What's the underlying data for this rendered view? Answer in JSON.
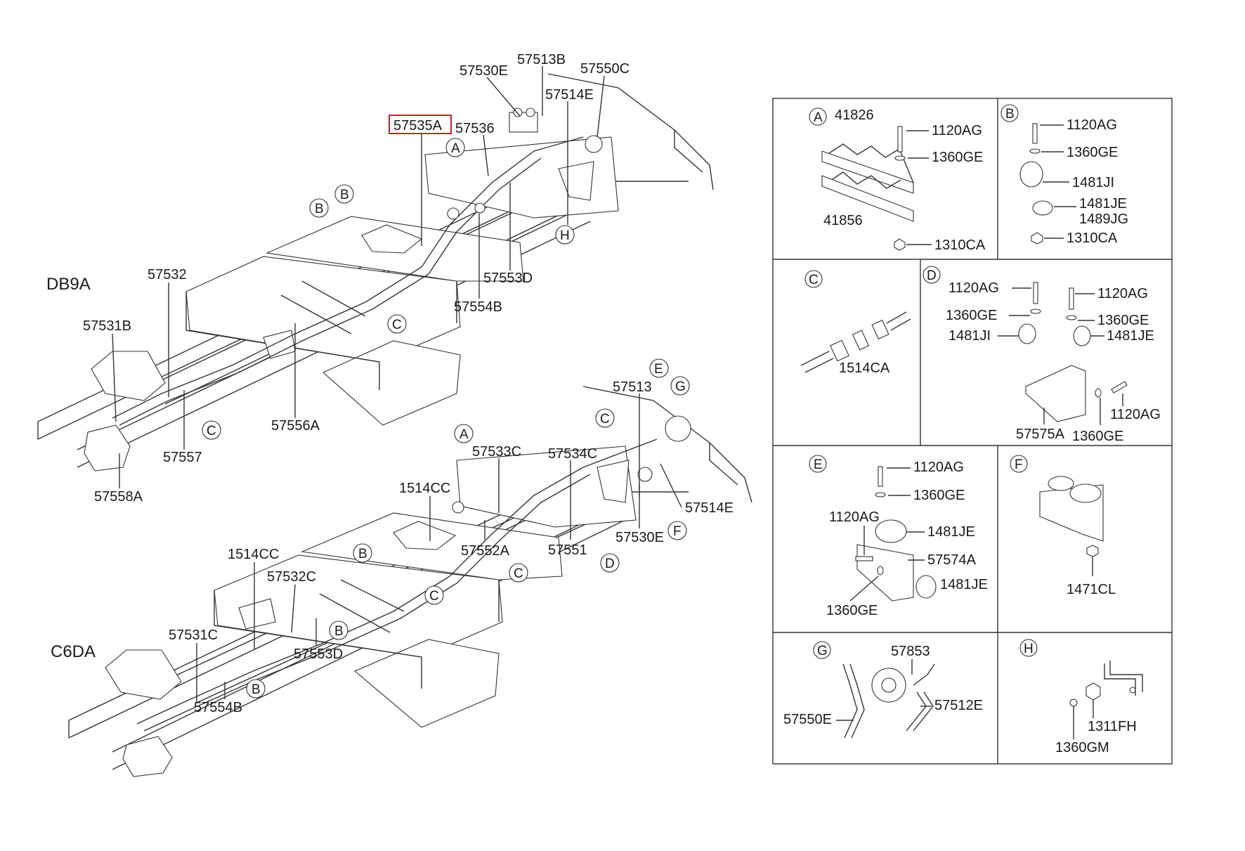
{
  "diagram": {
    "models": {
      "upper": "DB9A",
      "lower": "C6DA"
    },
    "highlight_color": "#d21e1e",
    "highlighted_part": "57535A",
    "upper_labels": {
      "p57535A": "57535A",
      "p57530E": "57530E",
      "p57513B": "57513B",
      "p57550C": "57550C",
      "p57514E": "57514E",
      "p57536": "57536",
      "p57553D": "57553D",
      "p57554B": "57554B",
      "p57532": "57532",
      "p57531B": "57531B",
      "p57556A": "57556A",
      "p57557": "57557",
      "p57558A": "57558A"
    },
    "lower_labels": {
      "p57513": "57513",
      "p57533C": "57533C",
      "p57534C": "57534C",
      "p1514CC_a": "1514CC",
      "p57552A": "57552A",
      "p57551": "57551",
      "p57530E": "57530E",
      "p57514E": "57514E",
      "p1514CC_b": "1514CC",
      "p57532C": "57532C",
      "p57531C": "57531C",
      "p57553D": "57553D",
      "p57554B": "57554B"
    },
    "callouts": {
      "A": "A",
      "B": "B",
      "C": "C",
      "D": "D",
      "E": "E",
      "F": "F",
      "G": "G",
      "H": "H"
    },
    "details": {
      "A": [
        "41826",
        "1120AG",
        "1360GE",
        "41856",
        "1310CA"
      ],
      "B": [
        "1120AG",
        "1360GE",
        "1481JI",
        "1481JE",
        "1489JG",
        "1310CA"
      ],
      "C": [
        "1514CA"
      ],
      "D": [
        "1120AG",
        "1120AG",
        "1360GE",
        "1360GE",
        "1481JI",
        "1481JE",
        "1120AG",
        "57575A",
        "1360GE"
      ],
      "E": [
        "1120AG",
        "1360GE",
        "1120AG",
        "1481JE",
        "57574A",
        "1481JE",
        "1360GE"
      ],
      "F": [
        "1471CL"
      ],
      "G": [
        "57853",
        "57512E",
        "57550E"
      ],
      "H": [
        "1311FH",
        "1360GM"
      ]
    }
  }
}
